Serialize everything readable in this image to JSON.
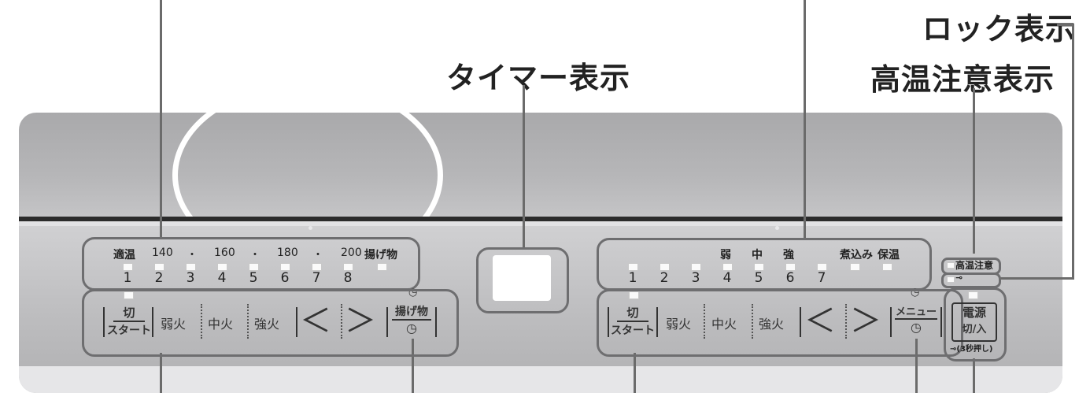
{
  "callouts": {
    "timer": "タイマー表示",
    "lock": "ロック表示",
    "hot": "高温注意表示"
  },
  "left": {
    "temps": [
      "適温",
      "140",
      "・",
      "160",
      "・",
      "180",
      "・",
      "200",
      "揚げ物"
    ],
    "levels": [
      "1",
      "2",
      "3",
      "4",
      "5",
      "6",
      "7",
      "8"
    ],
    "buttons": {
      "off_top": "切",
      "off_bottom": "スタート",
      "weak": "弱火",
      "mid": "中火",
      "strong": "強火",
      "prev": "＜",
      "next": "＞",
      "fry": "揚げ物",
      "clock_icon": "clock-icon"
    }
  },
  "right": {
    "modes": [
      "弱",
      "中",
      "強",
      "煮込み",
      "保温"
    ],
    "levels": [
      "1",
      "2",
      "3",
      "4",
      "5",
      "6",
      "7"
    ],
    "buttons": {
      "off_top": "切",
      "off_bottom": "スタート",
      "weak": "弱火",
      "mid": "中火",
      "strong": "強火",
      "prev": "＜",
      "next": "＞",
      "menu": "メニュー",
      "clock_icon": "clock-icon"
    }
  },
  "power": {
    "hot_label": "高温注意",
    "key_icon": "key-icon",
    "power_top": "電源",
    "power_bottom": "切/入",
    "lock_hint": "(3秒押し)"
  },
  "colors": {
    "panel": "#b6b6b8",
    "leader": "#6b6b6b",
    "box_border": "#6e6e70"
  }
}
